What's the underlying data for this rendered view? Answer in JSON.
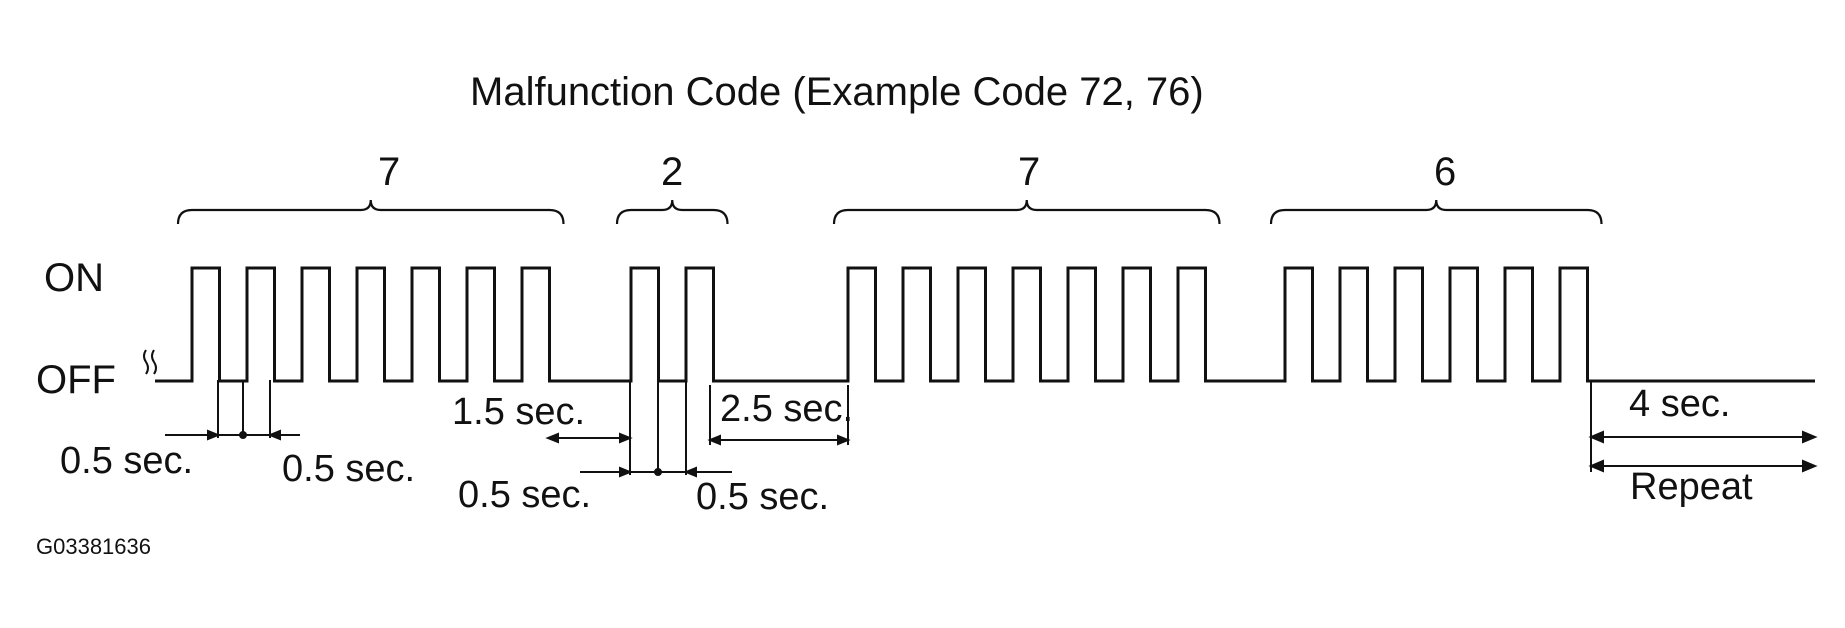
{
  "title": "Malfunction Code (Example Code 72, 76)",
  "levels": {
    "on": "ON",
    "off": "OFF"
  },
  "groups": [
    {
      "digit": "7",
      "pulses": 7
    },
    {
      "digit": "2",
      "pulses": 2
    },
    {
      "digit": "7",
      "pulses": 7
    },
    {
      "digit": "6",
      "pulses": 6
    }
  ],
  "timing": {
    "pulse_on": "0.5 sec.",
    "pulse_off": "0.5 sec.",
    "pulse_on_b": "0.5 sec.",
    "pulse_off_b": "0.5 sec.",
    "digit_gap": "1.5 sec.",
    "code_gap": "2.5 sec.",
    "repeat_gap": "4 sec.",
    "repeat": "Repeat"
  },
  "figure_id": "G03381636",
  "colors": {
    "ink": "#111111",
    "background": "#ffffff"
  }
}
